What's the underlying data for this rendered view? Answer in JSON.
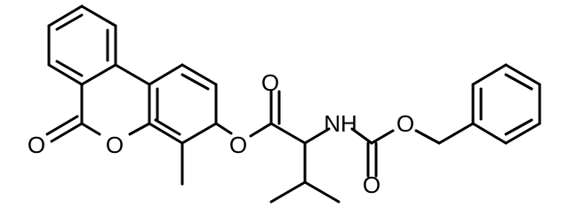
{
  "molecule": {
    "atoms": {
      "o_lactone_carbonyl": "O",
      "o_ring": "O",
      "o_ester_single": "O",
      "o_ester_carbonyl": "O",
      "nh": "NH",
      "o_carbamate_carbonyl": "O",
      "o_carbamate_single": "O"
    }
  }
}
